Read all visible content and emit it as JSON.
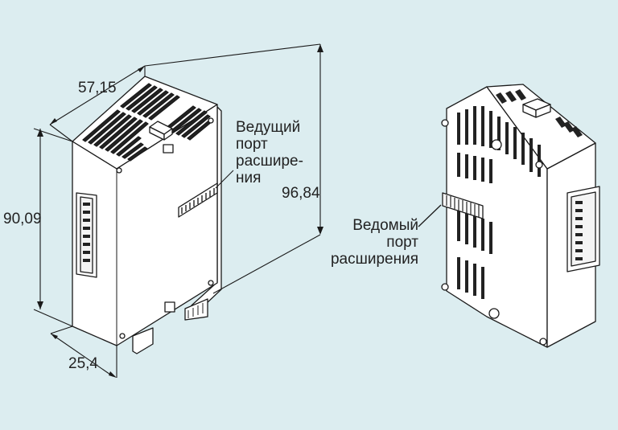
{
  "dimensions": {
    "width_mm": "57,15",
    "height_mm": "90,09",
    "depth_mm": "25,4",
    "total_height_mm": "96,84"
  },
  "labels": {
    "master_port_line1": "Ведущий",
    "master_port_line2": "порт",
    "master_port_line3": "расшире-",
    "master_port_line4": "ния",
    "slave_port_line1": "Ведомый",
    "slave_port_line2": "порт",
    "slave_port_line3": "расширения"
  },
  "colors": {
    "background": "#dcedf0",
    "body_fill": "#ffffff",
    "stroke": "#1a1a1a",
    "slot_fill": "#222222"
  }
}
